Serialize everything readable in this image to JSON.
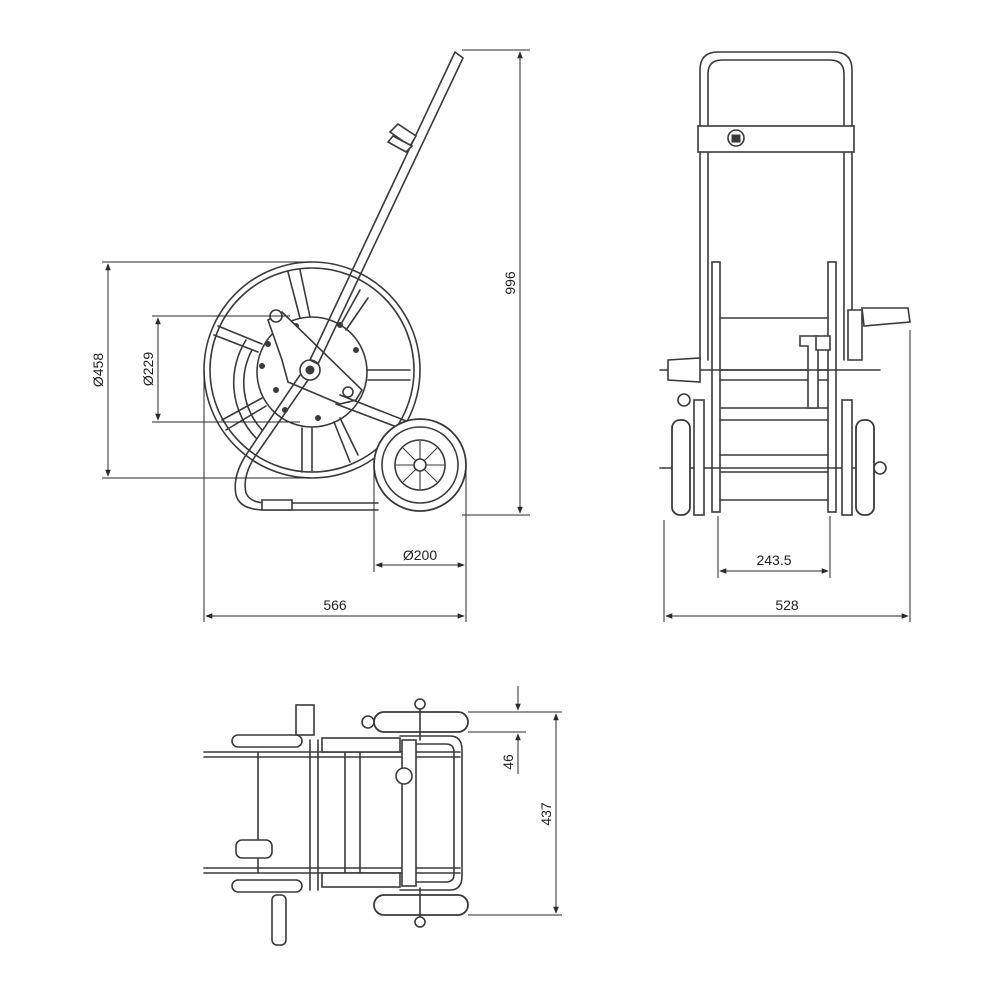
{
  "dimensions": {
    "side_overall_height": "996",
    "reel_outer_diameter": "Ø458",
    "reel_inner_diameter": "Ø229",
    "wheel_diameter": "Ø200",
    "side_overall_length": "566",
    "front_inner_width": "243.5",
    "front_overall_width": "528",
    "top_wheel_width": "46",
    "top_overall_depth": "437"
  }
}
